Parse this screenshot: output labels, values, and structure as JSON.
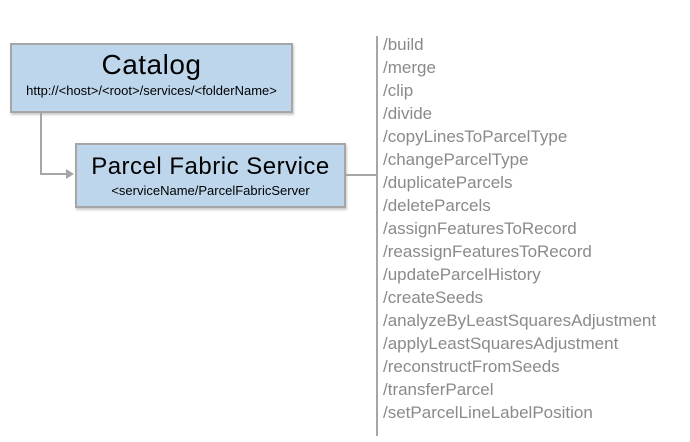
{
  "colors": {
    "background": "#ffffff",
    "box_fill": "#bdd6ec",
    "box_border": "#a6a6a6",
    "line": "#a6a6a6",
    "endpoint_text": "#8a8a8a",
    "title_text": "#000000"
  },
  "catalog": {
    "title": "Catalog",
    "subtitle": "http://<host>/<root>/services/<folderName>"
  },
  "service": {
    "title": "Parcel Fabric Service",
    "subtitle": "<serviceName/ParcelFabricServer"
  },
  "endpoints": [
    "/build",
    "/merge",
    "/clip",
    "/divide",
    "/copyLinesToParcelType",
    "/changeParcelType",
    "/duplicateParcels",
    "/deleteParcels",
    "/assignFeaturesToRecord",
    "/reassignFeaturesToRecord",
    "/updateParcelHistory",
    "/createSeeds",
    "/analyzeByLeastSquaresAdjustment",
    "/applyLeastSquaresAdjustment",
    "/reconstructFromSeeds",
    "/transferParcel",
    "/setParcelLineLabelPosition"
  ]
}
